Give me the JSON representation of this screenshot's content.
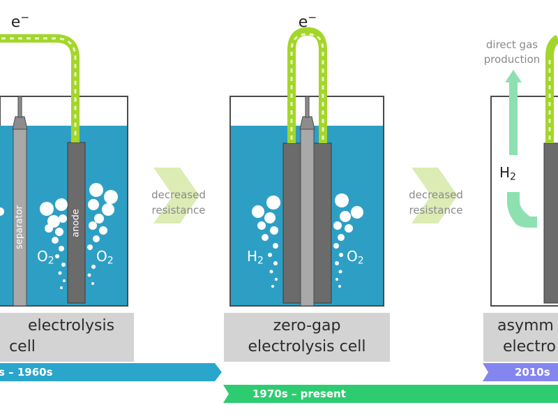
{
  "electron_label": "e",
  "electron_sup": "−",
  "cells": [
    {
      "name_line1": "electrolysis",
      "name_line2": "cell",
      "separator_label": "separator",
      "anode_label": "anode",
      "right_gas": "O",
      "right_gas_sub": "2"
    },
    {
      "name_line1": "zero-gap",
      "name_line2": "electrolysis cell",
      "left_gas": "H",
      "left_gas_sub": "2",
      "right_gas": "O",
      "right_gas_sub": "2"
    },
    {
      "name_line1": "asymm",
      "name_line2": "electro",
      "gas": "H",
      "gas_sub": "2",
      "direct_gas_line1": "direct gas",
      "direct_gas_line2": "production"
    }
  ],
  "transition_arrows": [
    {
      "line1": "decreased",
      "line2": "resistance"
    },
    {
      "line1": "decreased",
      "line2": "resistance"
    }
  ],
  "timeline": [
    {
      "label": "s – 1960s",
      "color": "#2aa6cc"
    },
    {
      "label": "1970s – present",
      "color": "#2ecc71"
    },
    {
      "label": "2010s",
      "color": "#8585f0"
    }
  ],
  "colors": {
    "electrolyte": "#2e9fc4",
    "electrode": "#6b6b6b",
    "separator": "#a9a9a9",
    "wire": "#a3d62a",
    "chevron": "#dcecb4",
    "gas_arrow": "#8ee0b0"
  }
}
